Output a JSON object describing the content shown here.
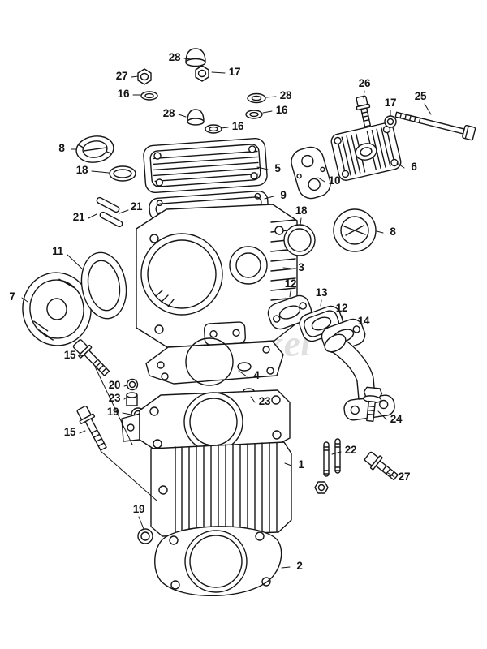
{
  "diagram": {
    "watermark_text": "winkel",
    "colors": {
      "line": "#161616",
      "background": "#ffffff",
      "watermark": "#c7c7c7"
    }
  },
  "callouts": [
    {
      "n": "28"
    },
    {
      "n": "27"
    },
    {
      "n": "17"
    },
    {
      "n": "16"
    },
    {
      "n": "28"
    },
    {
      "n": "28"
    },
    {
      "n": "16"
    },
    {
      "n": "16"
    },
    {
      "n": "26"
    },
    {
      "n": "17"
    },
    {
      "n": "25"
    },
    {
      "n": "8"
    },
    {
      "n": "5"
    },
    {
      "n": "18"
    },
    {
      "n": "6"
    },
    {
      "n": "10"
    },
    {
      "n": "9"
    },
    {
      "n": "21"
    },
    {
      "n": "21"
    },
    {
      "n": "18"
    },
    {
      "n": "8"
    },
    {
      "n": "11"
    },
    {
      "n": "3"
    },
    {
      "n": "12"
    },
    {
      "n": "13"
    },
    {
      "n": "7"
    },
    {
      "n": "12"
    },
    {
      "n": "14"
    },
    {
      "n": "15"
    },
    {
      "n": "4"
    },
    {
      "n": "20"
    },
    {
      "n": "23"
    },
    {
      "n": "23"
    },
    {
      "n": "19"
    },
    {
      "n": "15"
    },
    {
      "n": "24"
    },
    {
      "n": "22"
    },
    {
      "n": "1"
    },
    {
      "n": "27"
    },
    {
      "n": "19"
    },
    {
      "n": "2"
    }
  ]
}
